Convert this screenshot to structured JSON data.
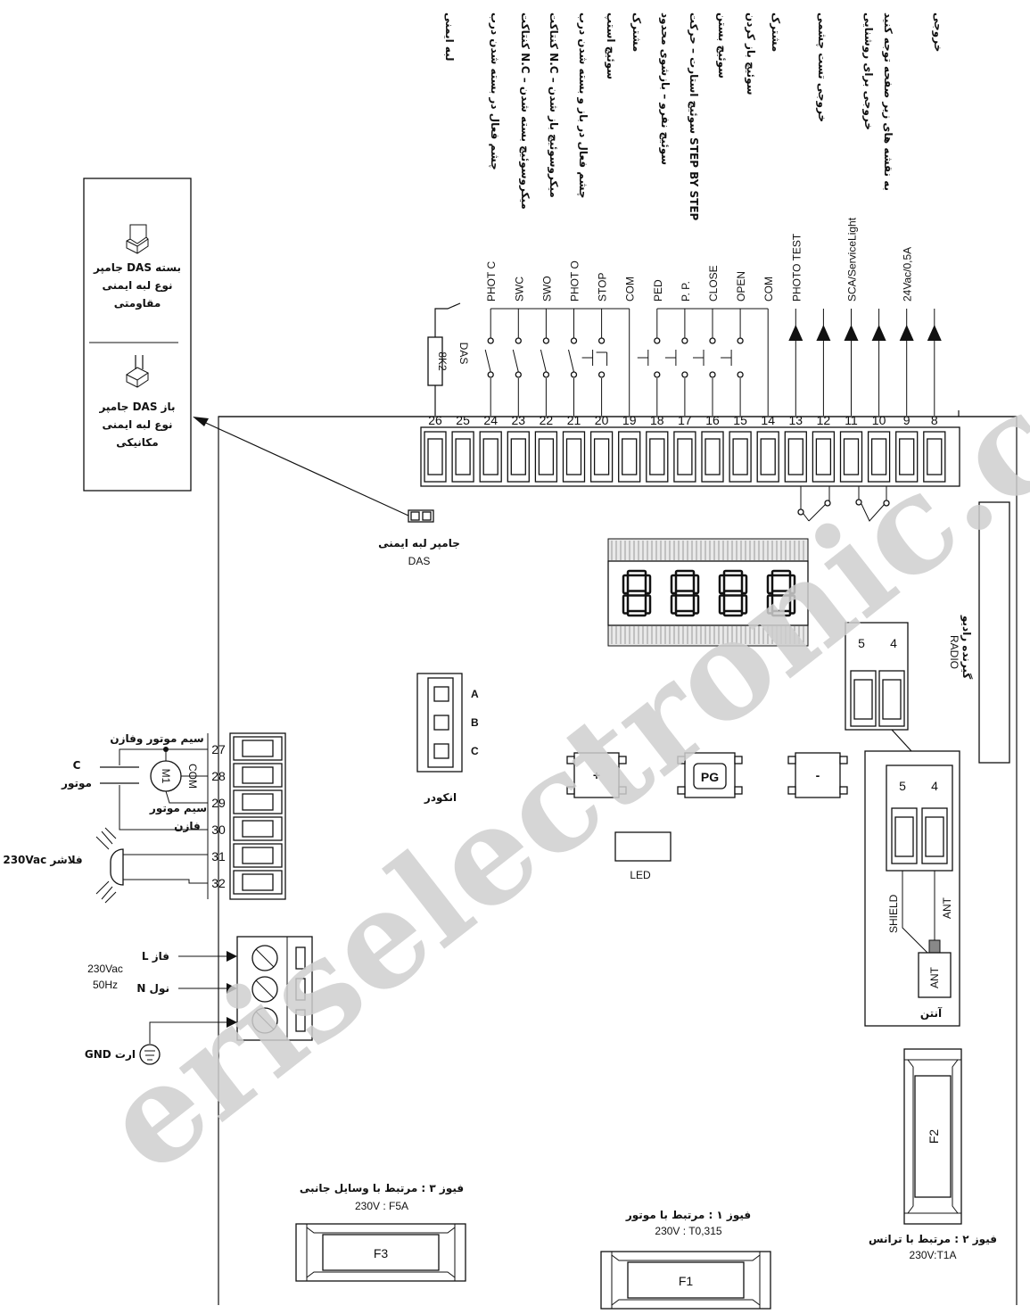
{
  "top_labels": [
    {
      "term": "26",
      "text": "لبه ایمنی"
    },
    {
      "term": "24",
      "text": "چشم فعال در بسته شدن درب"
    },
    {
      "term": "23",
      "text": "کنتاکت N.C – میکروسوئیچ بسته شدن"
    },
    {
      "term": "22",
      "text": "کنتاکت N.C – میکروسوئیچ باز شدن"
    },
    {
      "term": "21",
      "text": "چشم فعال در باز و بسته شدن درب"
    },
    {
      "term": "20",
      "text": "سوئیچ استپ"
    },
    {
      "term": "19",
      "text": "مشترک"
    },
    {
      "term": "18",
      "text": "سوئیچ نفرو – بازشوی محدود"
    },
    {
      "term": "17",
      "text": "سوئیچ استارت – حرکت STEP BY STEP"
    },
    {
      "term": "16",
      "text": "سوئیچ بستن"
    },
    {
      "term": "15",
      "text": "سوئیچ باز کردن"
    },
    {
      "term": "14",
      "text": "مشترک"
    },
    {
      "term": "12",
      "text": "خروجی تست چشمی"
    },
    {
      "term": "10",
      "text": "خروجی برای روشنایی"
    },
    {
      "term": "10b",
      "text": "به نقشه های زیر صفحه توجه کنید"
    },
    {
      "term": "8",
      "text": "خروجی"
    }
  ],
  "terminal_names": [
    {
      "term": "24",
      "name": "PHOT C"
    },
    {
      "term": "23",
      "name": "SWC"
    },
    {
      "term": "22",
      "name": "SWO"
    },
    {
      "term": "21",
      "name": "PHOT O"
    },
    {
      "term": "20",
      "name": "STOP"
    },
    {
      "term": "19",
      "name": "COM"
    },
    {
      "term": "18",
      "name": "PED"
    },
    {
      "term": "17",
      "name": "P. P."
    },
    {
      "term": "16",
      "name": "CLOSE"
    },
    {
      "term": "15",
      "name": "OPEN"
    },
    {
      "term": "14",
      "name": "COM"
    },
    {
      "term": "13",
      "name": "PHOTO TEST"
    },
    {
      "term": "11",
      "name": "SCA/ServiceLight"
    },
    {
      "term": "9",
      "name": "24Vac/0,5A"
    }
  ],
  "top_terminal_numbers": [
    "26",
    "25",
    "24",
    "23",
    "22",
    "21",
    "20",
    "19",
    "18",
    "17",
    "16",
    "15",
    "14",
    "13",
    "12",
    "11",
    "10",
    "9",
    "8"
  ],
  "das": {
    "resistor": "8K2",
    "label": "DAS",
    "jumper_label_fa": "جامپر لبه ایمنی",
    "jumper_label_en": "DAS"
  },
  "legend": {
    "closed_line1": "جامپر DAS بسته",
    "closed_line2": "نوع لبه ایمنی",
    "closed_line3": "مقاومتی",
    "open_line1": "جامپر DAS باز",
    "open_line2": "نوع لبه ایمنی",
    "open_line3": "مکانیکی"
  },
  "display": {
    "digits": "8888"
  },
  "encoder": {
    "pins": [
      "A",
      "B",
      "C"
    ],
    "label": "انکودر"
  },
  "buttons": {
    "plus": "+",
    "pg": "PG",
    "minus": "-",
    "led": "LED"
  },
  "radio": {
    "pins": [
      "5",
      "4"
    ],
    "label_line1": "RADIO",
    "label_line2": "گیرنده رادیو",
    "inner_pins": [
      "5",
      "4"
    ],
    "shield": "SHIELD",
    "ant": "ANT",
    "antenna_box": "ANT",
    "antenna_label": "آنتن"
  },
  "motor": {
    "terminals": [
      "27",
      "28",
      "29",
      "30",
      "31",
      "32"
    ],
    "top_wire": "سیم موتور وفازن",
    "com": "COM",
    "m1": "M1",
    "bottom_wire_line1": "سیم موتور",
    "bottom_wire_line2": "فازن",
    "cap_letter": "C",
    "cap_label": "موتور",
    "flasher": "230Vac فلاشر"
  },
  "power": {
    "l": "L فاز",
    "n": "N نول",
    "gnd": "GND ارت",
    "v1": "230Vac",
    "v2": "50Hz"
  },
  "fuses": {
    "f3": {
      "name": "F3",
      "desc": "فیوز ۳ : مرتبط با وسایل جانبی",
      "rating": "230V : F5A"
    },
    "f1": {
      "name": "F1",
      "desc": "فیوز ۱ : مرتبط با موتور",
      "rating": "230V : T0,315"
    },
    "f2": {
      "name": "F2",
      "desc": "فیوز ۲ : مرتبط با ترانس",
      "rating": "230V:T1A"
    }
  },
  "watermark": "eriselectronic.com"
}
